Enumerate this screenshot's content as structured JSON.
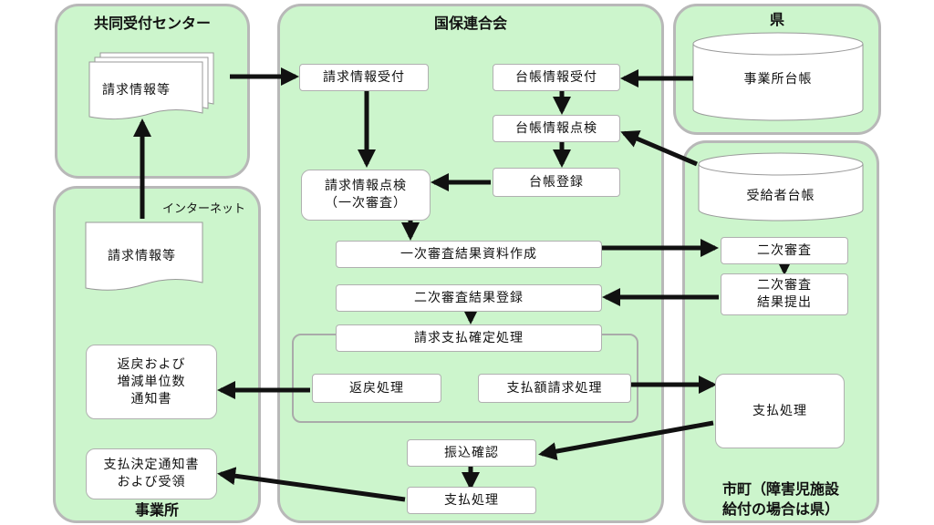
{
  "regions": {
    "center": "共同受付センター",
    "kokuho": "国保連合会",
    "ken": "県",
    "jigyosho": "事業所",
    "shicho_line1": "市町（障害児施設",
    "shicho_line2": "給付の場合は県）"
  },
  "labels": {
    "internet": "インターネット"
  },
  "docs": {
    "center_doc": "請求情報等",
    "jigyosho_doc": "請求情報等"
  },
  "databases": {
    "ken_db": "事業所台帳",
    "shicho_db": "受給者台帳"
  },
  "boxes": {
    "seikyu_uketsuke": "請求情報受付",
    "daicho_uketsuke": "台帳情報受付",
    "daicho_tenken": "台帳情報点検",
    "daicho_toroku": "台帳登録",
    "seikyu_tenken": "請求情報点検\n（一次審査）",
    "ichiji_kekka": "一次審査結果資料作成",
    "niji_kekka_toroku": "二次審査結果登録",
    "seikyu_shiharai_kakutei": "請求支払確定処理",
    "henrei_shori": "返戻処理",
    "shiharai_seikyu_shori": "支払額請求処理",
    "furikomi_kakunin": "振込確認",
    "shiharai_shori_kokuho": "支払処理",
    "niji_shinsa": "二次審査",
    "niji_kekka_teishutsu": "二次審査\n結果提出",
    "shiharai_shori_shicho": "支払処理",
    "henrei_tsuchi": "返戻および\n増減単位数\n通知書",
    "shiharai_kettei_tsuchi": "支払決定通知書\nおよび受領"
  }
}
